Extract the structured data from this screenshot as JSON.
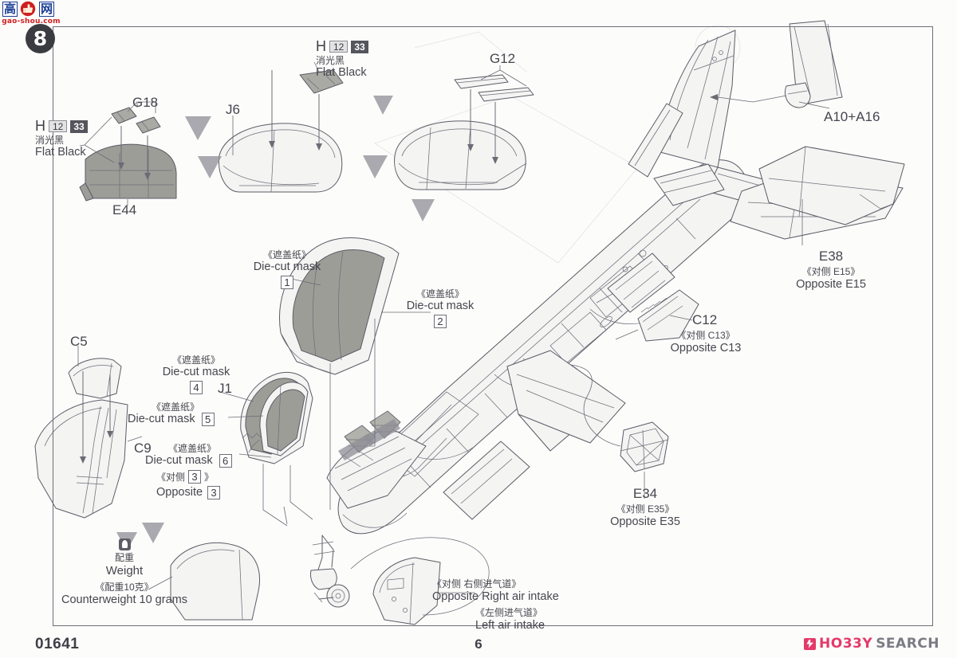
{
  "sheet": {
    "kit_number": "01641",
    "page_number": "6",
    "step_number": "8"
  },
  "watermark": {
    "char1": "高",
    "char2": "网",
    "url": "gao-shou.com",
    "icon": "thumbs-up-icon"
  },
  "brand": {
    "mark": "hobbysearch-mark-icon",
    "name_accent": "HO33Y",
    "name_plain": "SEARCH"
  },
  "paint_callouts": [
    {
      "id": "paint-e44",
      "letter": "H",
      "code_light": "12",
      "code_dark": "33",
      "cn": "消光黑",
      "en": "Flat Black"
    },
    {
      "id": "paint-j6",
      "letter": "H",
      "code_light": "12",
      "code_dark": "33",
      "cn": "消光黑",
      "en": "Flat Black"
    }
  ],
  "part_labels": [
    {
      "id": "g18",
      "text": "G18"
    },
    {
      "id": "e44",
      "text": "E44"
    },
    {
      "id": "j6",
      "text": "J6"
    },
    {
      "id": "g12",
      "text": "G12"
    },
    {
      "id": "a10-a16",
      "text": "A10+A16"
    },
    {
      "id": "c5",
      "text": "C5"
    },
    {
      "id": "c9",
      "text": "C9"
    },
    {
      "id": "j1",
      "text": "J1"
    }
  ],
  "opposite_labels": [
    {
      "id": "e38",
      "part": "E38",
      "cn": "《对侧 E15》",
      "en": "Opposite E15"
    },
    {
      "id": "c12",
      "part": "C12",
      "cn": "《对侧 C13》",
      "en": "Opposite C13"
    },
    {
      "id": "e34",
      "part": "E34",
      "cn": "《对侧 E35》",
      "en": "Opposite E35"
    }
  ],
  "masks": [
    {
      "id": "mask-1",
      "cn": "《遮盖纸》",
      "en": "Die-cut mask",
      "num": "1"
    },
    {
      "id": "mask-2",
      "cn": "《遮盖纸》",
      "en": "Die-cut mask",
      "num": "2"
    },
    {
      "id": "mask-4",
      "cn": "《遮盖纸》",
      "en": "Die-cut mask",
      "num": "4"
    },
    {
      "id": "mask-5",
      "cn": "《遮盖纸》",
      "en": "Die-cut mask",
      "num": "5"
    },
    {
      "id": "mask-6",
      "cn": "《遮盖纸》",
      "en": "Die-cut mask",
      "num": "6",
      "opp_cn": "《对侧",
      "opp_cn_tail": "》",
      "opp_en": "Opposite",
      "opp_num": "3"
    }
  ],
  "weight_note": {
    "icon": "weight-icon",
    "cn": "配重",
    "en": "Weight",
    "detail_cn": "《配重10克》",
    "detail_en": "Counterweight 10 grams"
  },
  "intakes": [
    {
      "id": "right-intake",
      "cn": "《对侧 右侧进气道》",
      "en": "Opposite Right air intake"
    },
    {
      "id": "left-intake",
      "cn": "《左侧进气道》",
      "en": "Left air intake"
    }
  ],
  "colors": {
    "ink": "#4a4a52",
    "line": "#5b5b66",
    "mask_fill": "#9d9d98",
    "badge_dark": "#3b3b42",
    "brand_accent": "#e4396a",
    "watermark_blue": "#1b3f94",
    "watermark_red": "#cf1f20"
  }
}
